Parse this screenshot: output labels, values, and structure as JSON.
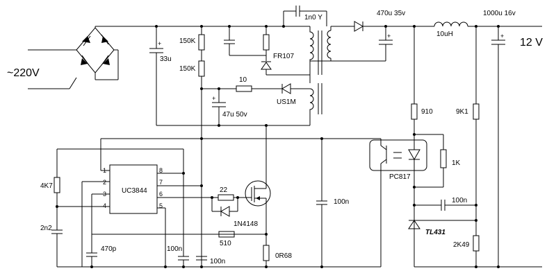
{
  "input_voltage": "~220V",
  "output_voltage": "12 V",
  "ic": {
    "name": "UC3844",
    "pins": [
      "1",
      "2",
      "3",
      "4",
      "8",
      "7",
      "6",
      "5"
    ]
  },
  "components": {
    "c_bulk": "33u",
    "r_start1": "150K",
    "r_start2": "150K",
    "d_snubber": "FR107",
    "c_y": "1n0 Y",
    "c_out1": "470u 35v",
    "l_out": "10uH",
    "c_out2": "1000u 16v",
    "r_aux": "10",
    "d_aux": "US1M",
    "c_vcc": "47u 50v",
    "r_910": "910",
    "r_9k1": "9K1",
    "r_1k": "1K",
    "optocoupler": "PC817",
    "c_comp": "100n",
    "c_fb": "100n",
    "shunt_ref": "TL431",
    "r_2k49": "2K49",
    "r_4k7": "4K7",
    "c_2n2": "2n2",
    "c_470p": "470p",
    "c_vref": "100n",
    "c_vcc2": "100n",
    "r_gate": "22",
    "d_gate": "1N4148",
    "r_cs": "510",
    "r_sense": "0R68"
  }
}
